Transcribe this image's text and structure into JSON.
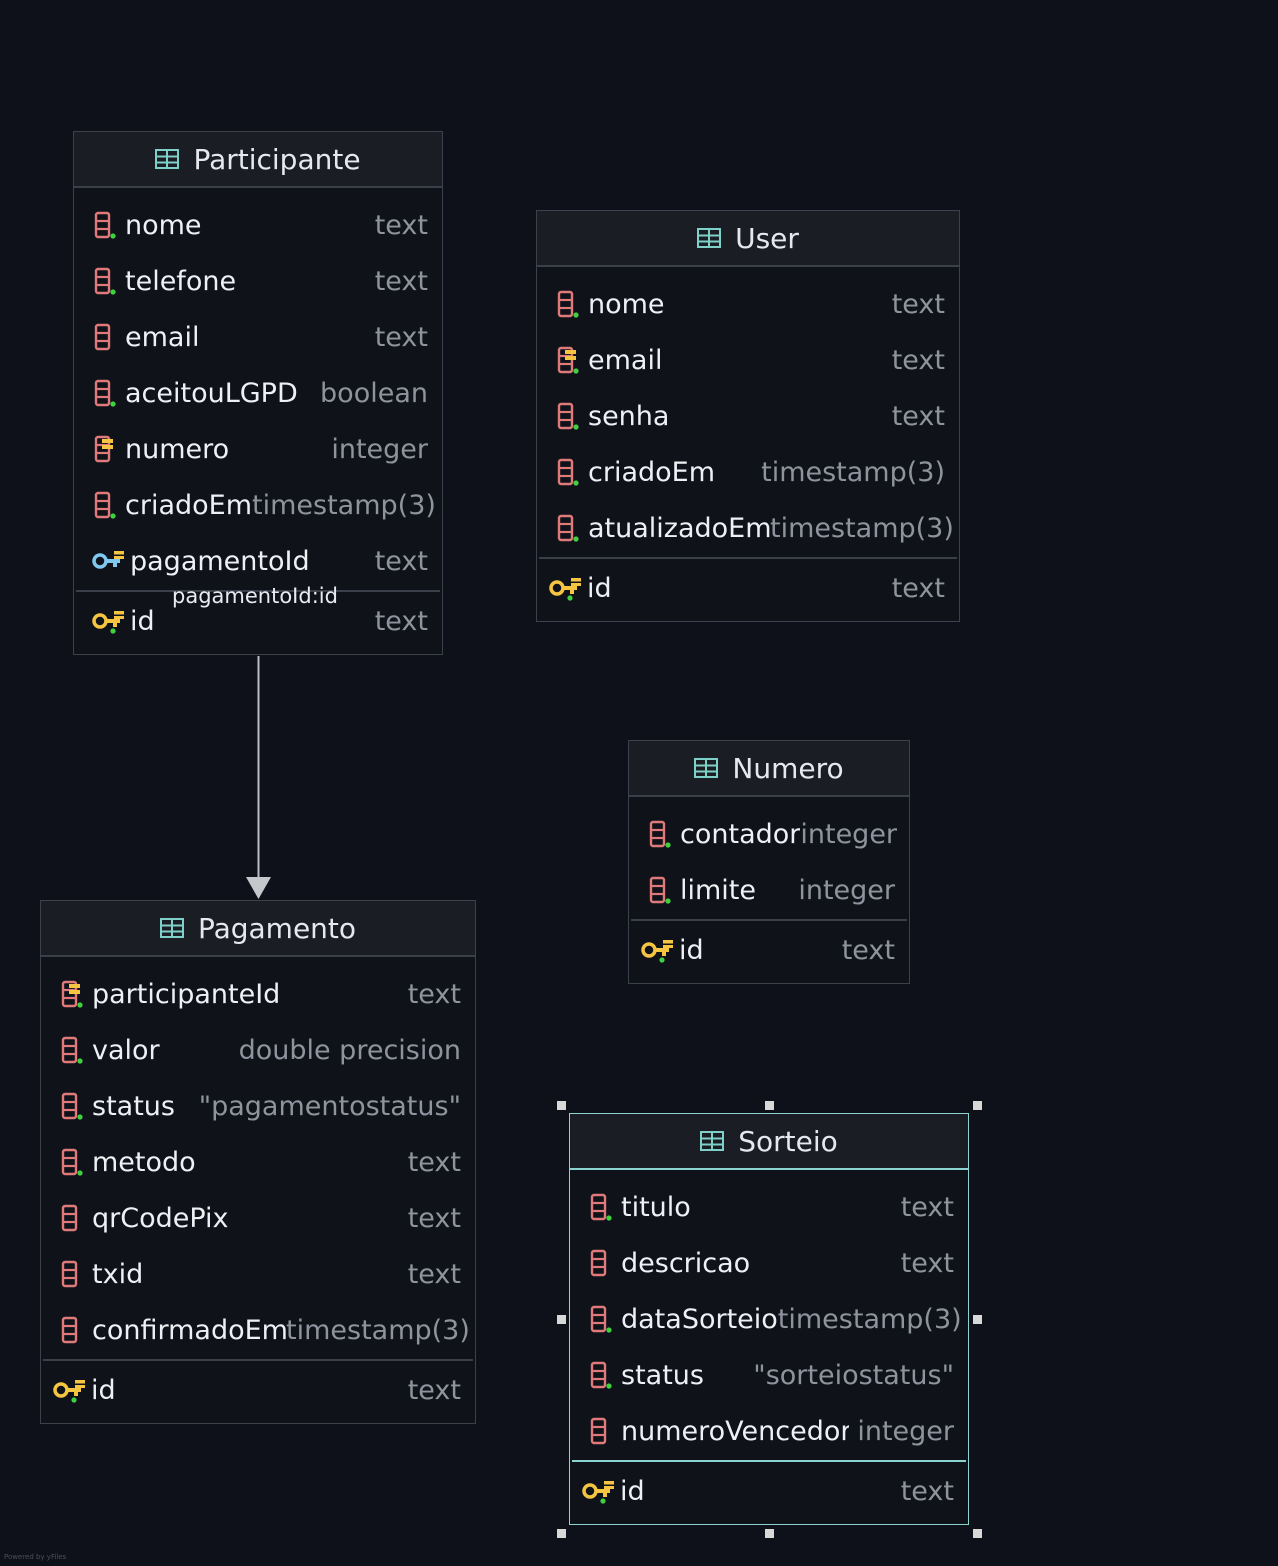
{
  "tables": {
    "participante": {
      "name": "Participante",
      "columns": [
        {
          "name": "nome",
          "type": "text"
        },
        {
          "name": "telefone",
          "type": "text"
        },
        {
          "name": "email",
          "type": "text"
        },
        {
          "name": "aceitouLGPD",
          "type": "boolean"
        },
        {
          "name": "numero",
          "type": "integer"
        },
        {
          "name": "criadoEm",
          "type": "timestamp(3)"
        },
        {
          "name": "pagamentoId",
          "type": "text"
        }
      ],
      "pk": {
        "name": "id",
        "type": "text"
      }
    },
    "user": {
      "name": "User",
      "columns": [
        {
          "name": "nome",
          "type": "text"
        },
        {
          "name": "email",
          "type": "text"
        },
        {
          "name": "senha",
          "type": "text"
        },
        {
          "name": "criadoEm",
          "type": "timestamp(3)"
        },
        {
          "name": "atualizadoEm",
          "type": "timestamp(3)"
        }
      ],
      "pk": {
        "name": "id",
        "type": "text"
      }
    },
    "numero": {
      "name": "Numero",
      "columns": [
        {
          "name": "contador",
          "type": "integer"
        },
        {
          "name": "limite",
          "type": "integer"
        }
      ],
      "pk": {
        "name": "id",
        "type": "text"
      }
    },
    "pagamento": {
      "name": "Pagamento",
      "columns": [
        {
          "name": "participanteId",
          "type": "text"
        },
        {
          "name": "valor",
          "type": "double precision"
        },
        {
          "name": "status",
          "type": "\"pagamentostatus\""
        },
        {
          "name": "metodo",
          "type": "text"
        },
        {
          "name": "qrCodePix",
          "type": "text"
        },
        {
          "name": "txid",
          "type": "text"
        },
        {
          "name": "confirmadoEm",
          "type": "timestamp(3)"
        }
      ],
      "pk": {
        "name": "id",
        "type": "text"
      }
    },
    "sorteio": {
      "name": "Sorteio",
      "columns": [
        {
          "name": "titulo",
          "type": "text"
        },
        {
          "name": "descricao",
          "type": "text"
        },
        {
          "name": "dataSorteio",
          "type": "timestamp(3)"
        },
        {
          "name": "status",
          "type": "\"sorteiostatus\""
        },
        {
          "name": "numeroVencedor",
          "type": "integer"
        }
      ],
      "pk": {
        "name": "id",
        "type": "text"
      }
    }
  },
  "relation_label": "pagamentoId:id",
  "credit": "Powered by yFiles",
  "colors": {
    "background": "#0e111a",
    "column_icon": "#e07a7a",
    "not_null_dot": "#3fd23f",
    "key_icon": "#f5c542",
    "fk_icon": "#7fc8f0",
    "table_icon": "#7fd0c9",
    "selection": "#8ad3d1"
  }
}
